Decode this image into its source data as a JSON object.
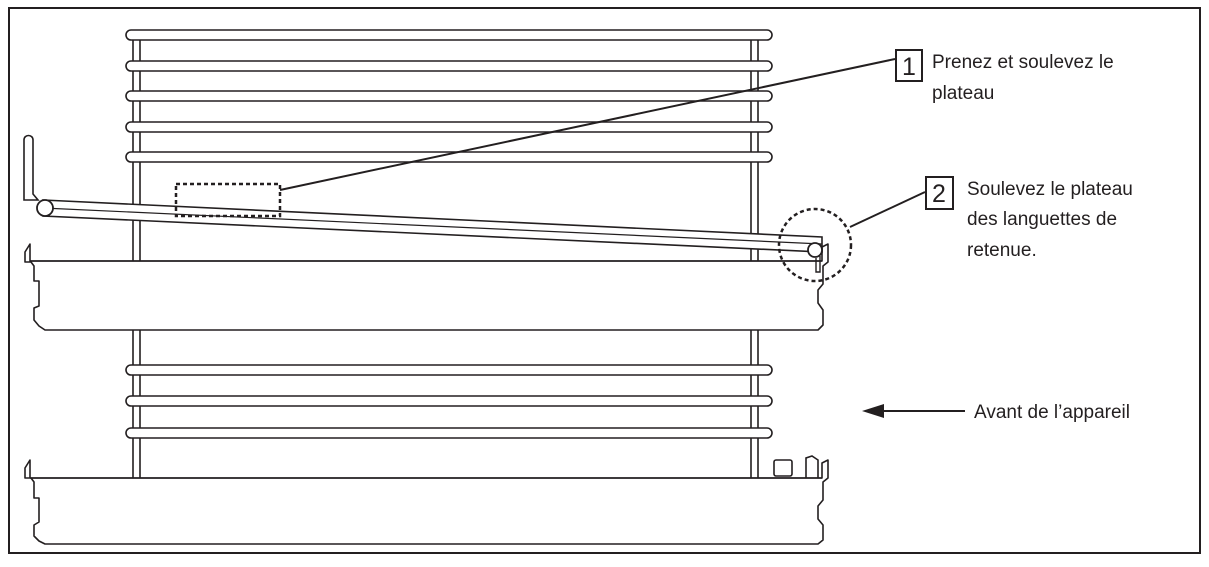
{
  "callouts": [
    {
      "number": "1",
      "lines": [
        "Prenez et soulevez le",
        "plateau"
      ]
    },
    {
      "number": "2",
      "lines": [
        "Soulevez le plateau",
        "des languettes de",
        "retenue."
      ]
    }
  ],
  "front_label": "Avant de l’appareil",
  "colors": {
    "line": "#231f20",
    "background": "#ffffff"
  }
}
